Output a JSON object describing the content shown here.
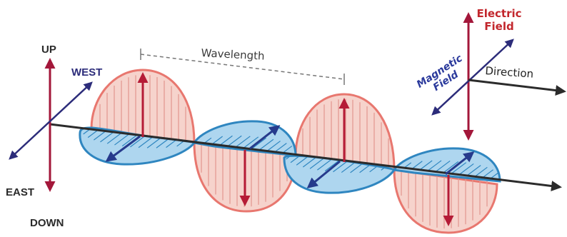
{
  "labels": {
    "up": "UP",
    "down": "DOWN",
    "west": "WEST",
    "east": "EAST",
    "wavelength": "Wavelength",
    "electric_line1": "Electric",
    "electric_line2": "Field",
    "magnetic_line1": "Magnetic",
    "magnetic_line2": "Field",
    "direction": "Direction"
  },
  "colors": {
    "electric_stroke": "#e8776f",
    "electric_fill": "#f6d3cc",
    "electric_arrow": "#b51b36",
    "magnetic_stroke": "#2f86c0",
    "magnetic_fill": "#aed6ef",
    "magnetic_arrow": "#263a8c",
    "axis_red": "#a3173a",
    "axis_blue": "#2c2c7a",
    "axis_dark": "#2b2b2b",
    "wavelength_marker": "#777777"
  }
}
